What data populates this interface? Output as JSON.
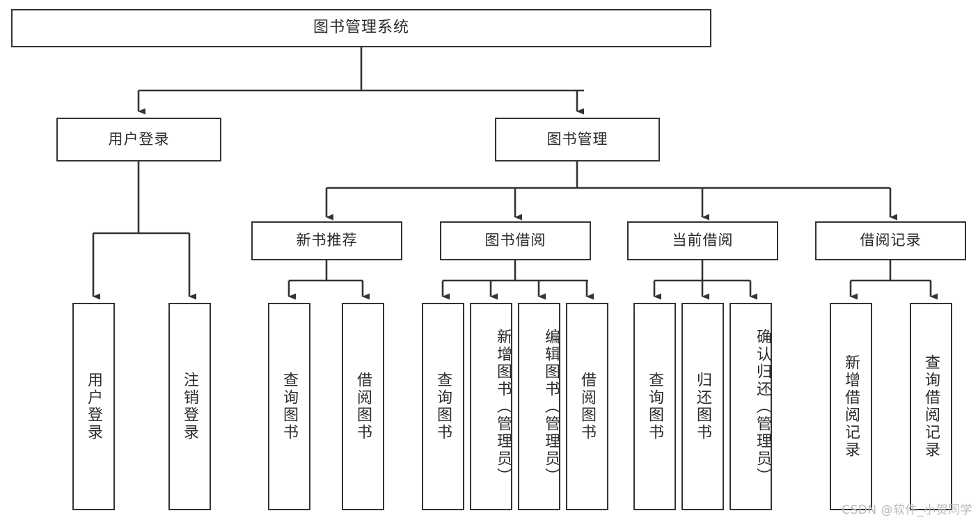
{
  "diagram": {
    "title": "图书管理系统",
    "type": "tree-hierarchy",
    "watermark": "CSDN @软件_小贺同学",
    "colors": {
      "stroke": "#333333",
      "box_fill": "#ffffff",
      "text": "#2b2b2b",
      "background": "#ffffff",
      "watermark": "#b9b9b9"
    },
    "root": {
      "label": "图书管理系统"
    },
    "level2": [
      {
        "label": "用户登录"
      },
      {
        "label": "图书管理"
      }
    ],
    "level3": [
      {
        "label": "新书推荐"
      },
      {
        "label": "图书借阅"
      },
      {
        "label": "当前借阅"
      },
      {
        "label": "借阅记录"
      }
    ],
    "leaves": {
      "user_login": [
        {
          "label": "用户登录"
        },
        {
          "label": "注销登录"
        }
      ],
      "new_book_recommend": [
        {
          "label": "查询图书"
        },
        {
          "label": "借阅图书"
        }
      ],
      "book_borrow": [
        {
          "label": "查询图书"
        },
        {
          "label": "新增图书（管理员）"
        },
        {
          "label": "编辑图书（管理员）"
        },
        {
          "label": "借阅图书"
        }
      ],
      "current_borrow": [
        {
          "label": "查询图书"
        },
        {
          "label": "归还图书"
        },
        {
          "label": "确认归还（管理员）"
        }
      ],
      "borrow_record": [
        {
          "label": "新增借阅记录"
        },
        {
          "label": "查询借阅记录"
        }
      ]
    }
  }
}
